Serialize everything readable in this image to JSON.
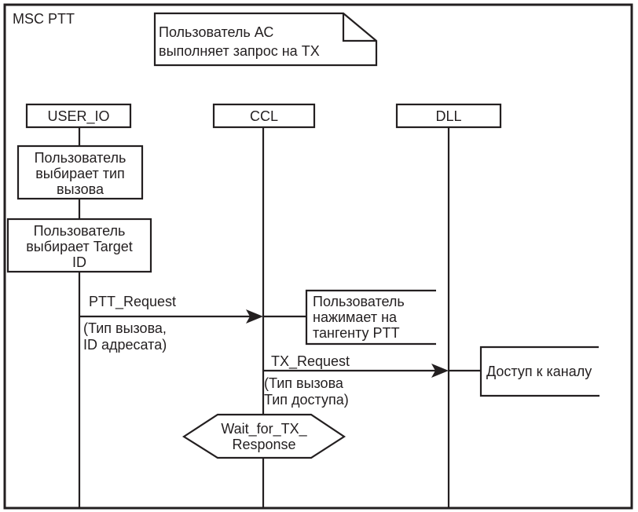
{
  "diagram": {
    "title": "MSC PTT",
    "note": [
      "Пользователь АС",
      "выполняет запрос на ТХ"
    ],
    "instances": [
      {
        "id": "user_io",
        "label": "USER_IO"
      },
      {
        "id": "ccl",
        "label": "CCL"
      },
      {
        "id": "dll",
        "label": "DLL"
      }
    ],
    "actions": [
      {
        "lines": [
          "Пользователь",
          "выбирает тип",
          "вызова"
        ]
      },
      {
        "lines": [
          "Пользователь",
          "выбирает Target",
          "ID"
        ]
      }
    ],
    "messages": [
      {
        "name": "PTT_Request",
        "from": "USER_IO",
        "to": "CCL",
        "params": [
          "(Тип вызова,",
          "ID адресата)"
        ]
      },
      {
        "name": "TX_Request",
        "from": "CCL",
        "to": "DLL",
        "params": [
          "(Тип вызова",
          "Тип доступа)"
        ]
      }
    ],
    "comments": [
      {
        "lines": [
          "Пользователь",
          "нажимает на",
          "тангенту PTT"
        ]
      },
      {
        "lines": [
          "Доступ к каналу"
        ]
      }
    ],
    "state": {
      "lines": [
        "Wait_for_TX_",
        "Response"
      ]
    }
  }
}
